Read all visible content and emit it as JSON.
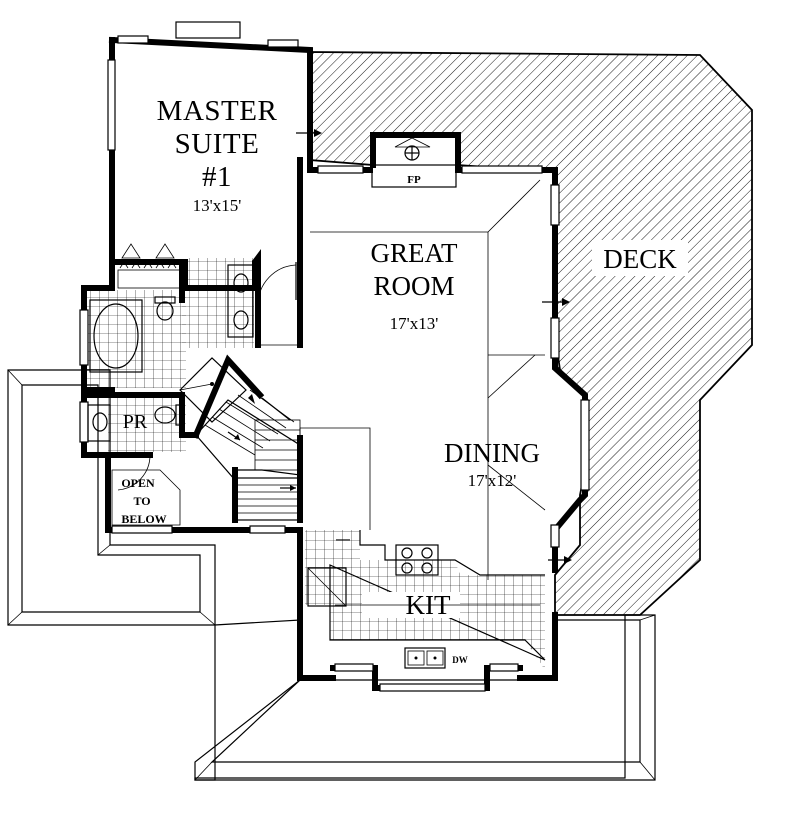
{
  "rooms": {
    "master_suite": {
      "line1": "MASTER",
      "line2": "SUITE",
      "line3": "#1",
      "size": "13'x15'"
    },
    "great_room": {
      "line1": "GREAT",
      "line2": "ROOM",
      "size": "17'x13'"
    },
    "deck": {
      "label": "DECK"
    },
    "dining": {
      "label": "DINING",
      "size": "17'x12'"
    },
    "kitchen": {
      "label": "KIT",
      "appliance": "DW"
    },
    "powder_room": {
      "label": "PR"
    },
    "open_to_below": {
      "line1": "OPEN",
      "line2": "TO",
      "line3": "BELOW"
    },
    "fireplace": {
      "label": "FP"
    }
  },
  "colors": {
    "ink": "#000000",
    "paper": "#ffffff"
  }
}
